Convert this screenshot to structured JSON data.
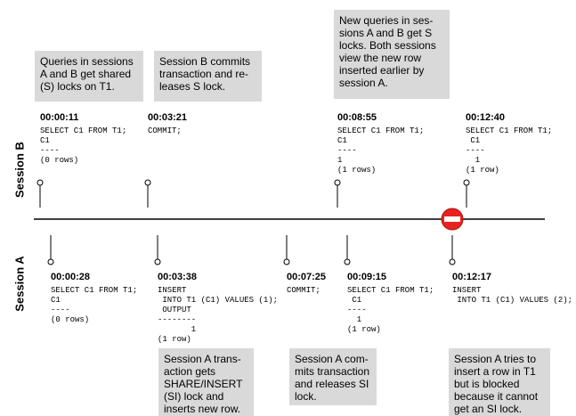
{
  "lanes": {
    "top_label": "Session B",
    "bottom_label": "Session A"
  },
  "callouts": {
    "b_shared_locks": "Queries in sessions\nA and B get shared\n(S) locks on T1.",
    "b_commit": "Session B commits\ntransaction and re-\nleases S lock.",
    "b_new_queries": "New queries in ses-\nsions A and B get S\nlocks. Both sessions\nview the new row\ninserted earlier by\nsession A.",
    "a_si_lock": "Session A trans-\naction gets\nSHARE/INSERT\n(SI) lock and\ninserts new row.",
    "a_commit": "Session A com-\nmits transaction\nand releases SI\nlock.",
    "a_blocked": "Session A tries to\ninsert a row in T1\nbut is blocked\nbecause it cannot\nget  an SI lock."
  },
  "events": {
    "b1": {
      "time": "00:00:11",
      "code": "SELECT C1 FROM T1;\nC1\n----\n(0 rows)"
    },
    "b2": {
      "time": "00:03:21",
      "code": "COMMIT;"
    },
    "b3": {
      "time": "00:08:55",
      "code": "SELECT C1 FROM T1;\nC1\n----\n1\n(1 rows)"
    },
    "b4": {
      "time": "00:12:40",
      "code": "SELECT C1 FROM T1;\n C1\n----\n  1\n(1 row)"
    },
    "a1": {
      "time": "00:00:28",
      "code": "SELECT C1 FROM T1;\nC1\n----\n(0 rows)"
    },
    "a2": {
      "time": "00:03:38",
      "code": "INSERT\n INTO T1 (C1) VALUES (1);\n OUTPUT\n--------\n       1\n(1 row)"
    },
    "a3": {
      "time": "00:07:25",
      "code": "COMMIT;"
    },
    "a4": {
      "time": "00:09:15",
      "code": "SELECT C1 FROM T1;\n C1\n----\n  1\n(1 row)"
    },
    "a5": {
      "time": "00:12:17",
      "code": "INSERT\n INTO T1 (C1) VALUES (2);"
    }
  },
  "colors": {
    "callout_bg": "#d9d9d9",
    "timeline": "#000000",
    "block_icon": "#e8231f"
  },
  "icons": {
    "blocked": "no-entry-icon"
  }
}
